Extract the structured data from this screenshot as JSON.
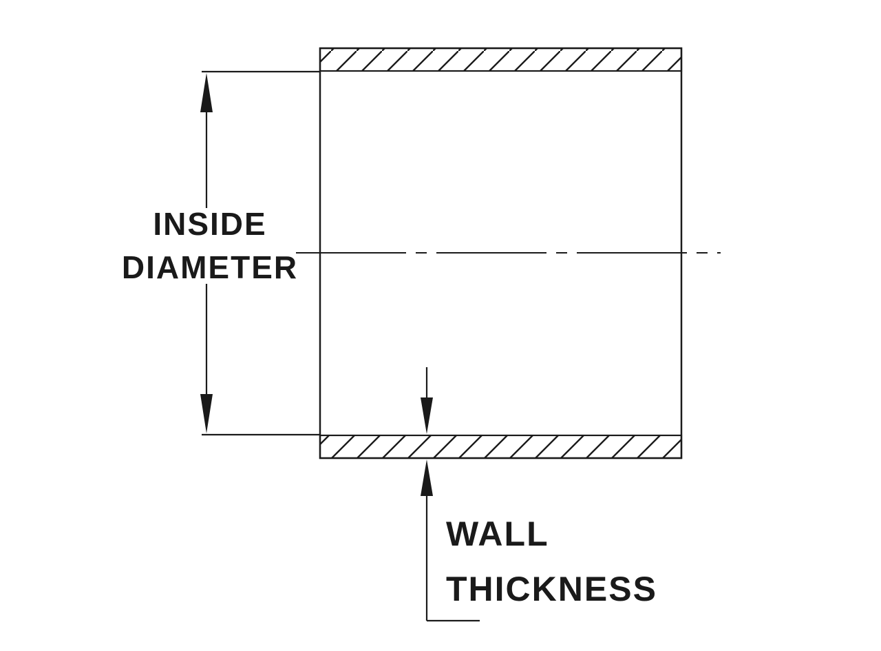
{
  "diagram": {
    "type": "technical-drawing-tube-cross-section",
    "labels": {
      "inside_diameter": [
        "INSIDE",
        "DIAMETER"
      ],
      "wall_thickness": [
        "WALL",
        "THICKNESS"
      ]
    },
    "colors": {
      "line": "#1a1a1a",
      "background": "#ffffff"
    }
  }
}
